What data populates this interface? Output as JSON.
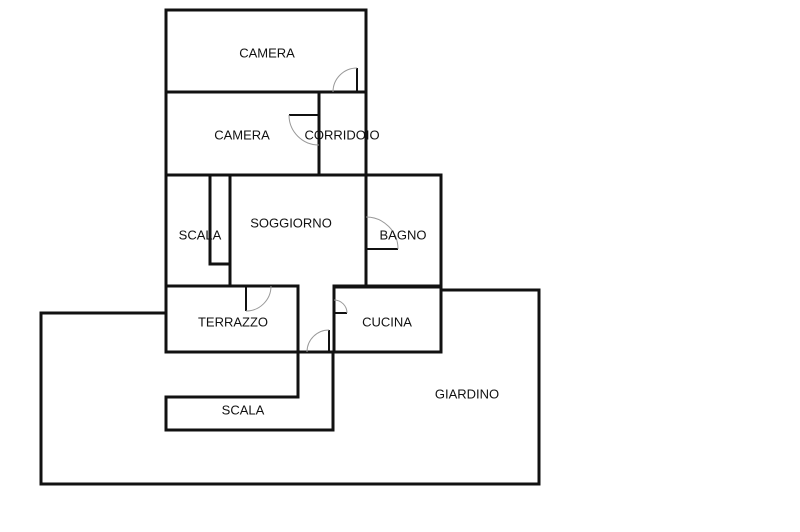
{
  "plan": {
    "colors": {
      "camera": "#ffccd5",
      "corridoio": "#d4d4d4",
      "scala": "#ffffff",
      "soggiorno": "#ffff00",
      "bagno": "#d2e6fa",
      "terrazzo": "#d6d6d6",
      "cucina": "#ffcc00",
      "giardino": "#a5d4b0"
    },
    "rooms": {
      "camera_top": "CAMERA",
      "camera_bottom": "CAMERA",
      "corridoio": "CORRIDOIO",
      "scala_upper": "SCALA",
      "soggiorno": "SOGGIORNO",
      "bagno": "BAGNO",
      "terrazzo": "TERRAZZO",
      "cucina": "CUCINA",
      "scala_lower": "SCALA",
      "giardino": "GIARDINO"
    }
  }
}
